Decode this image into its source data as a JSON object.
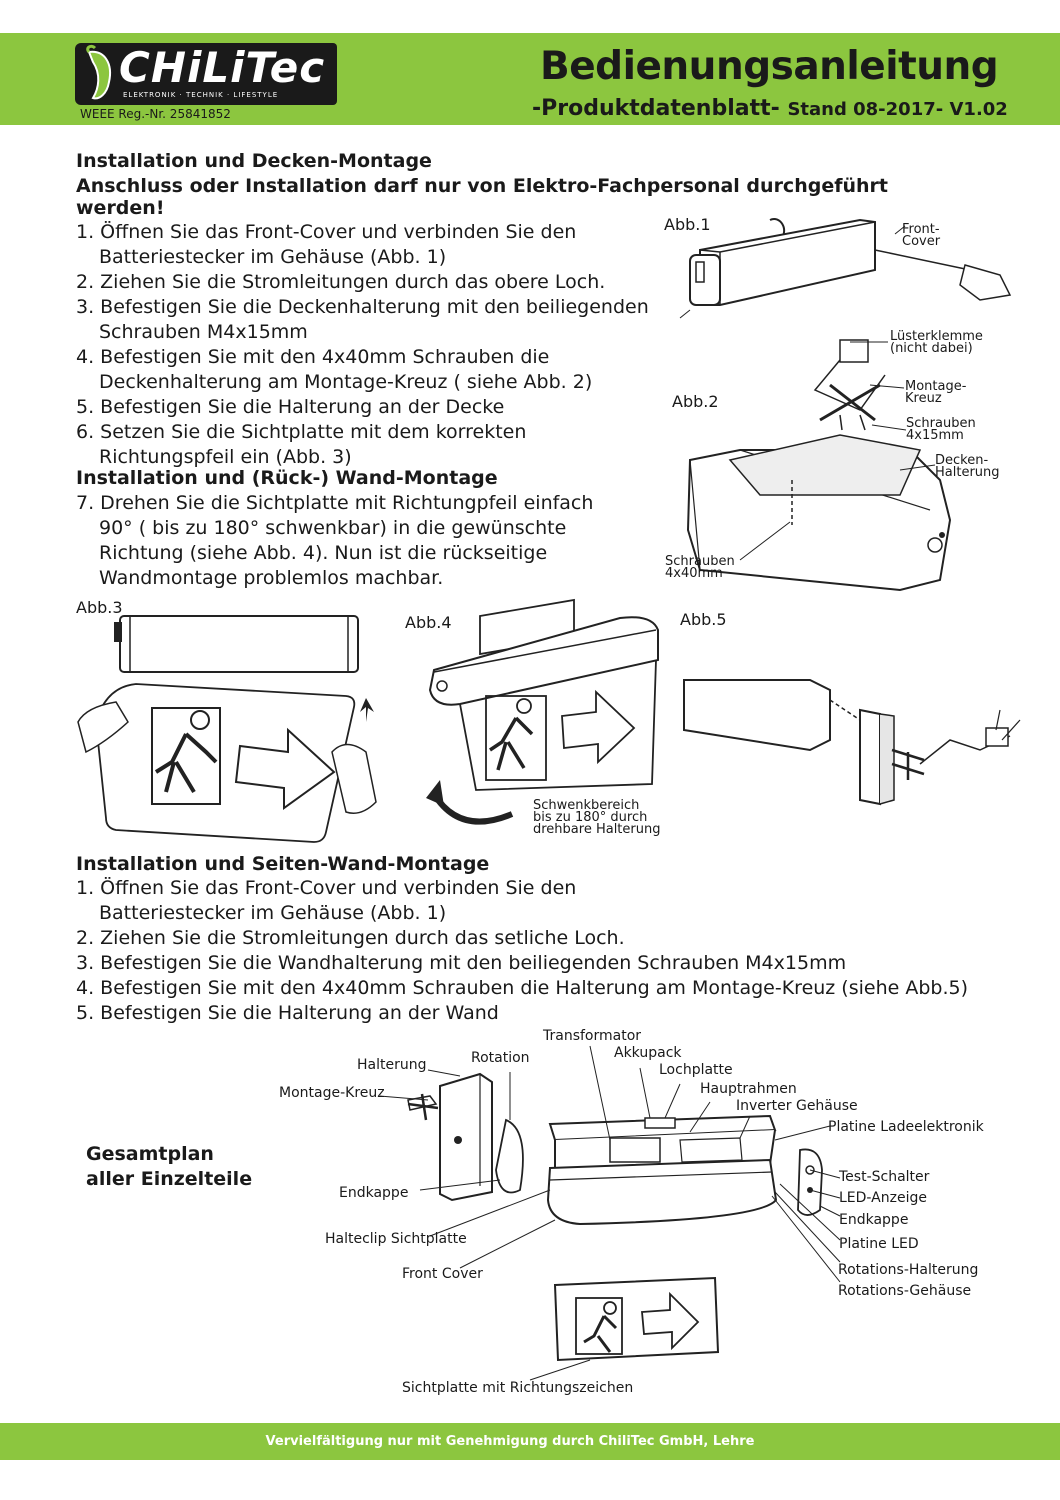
{
  "header": {
    "logo_text": "CHiLiTec",
    "logo_tagline": "ELEKTRONIK · TECHNIK · LIFESTYLE",
    "weee": "WEEE Reg.-Nr. 25841852",
    "title": "Bedienungsanleitung",
    "subtitle": "-Produktdatenblatt-",
    "stand": "Stand 08-2017- V1.02",
    "accent_color": "#8cc63f"
  },
  "section1": {
    "heading": "Installation und Decken-Montage",
    "warning_line1": "Anschluss oder Installation darf nur von Elektro-Fachpersonal durchgeführt",
    "warning_line2": "werden!",
    "steps": [
      [
        "1. Öffnen Sie das Front-Cover und verbinden Sie den",
        "Batteriestecker im Gehäuse (Abb. 1)"
      ],
      [
        "2. Ziehen Sie die Stromleitungen durch das obere Loch."
      ],
      [
        "3. Befestigen Sie die Deckenhalterung mit den beiliegenden",
        "Schrauben M4x15mm"
      ],
      [
        "4. Befestigen Sie mit den 4x40mm Schrauben die",
        "Deckenhalterung am Montage-Kreuz ( siehe Abb. 2)"
      ],
      [
        "5. Befestigen Sie die Halterung an der Decke"
      ],
      [
        "6. Setzen Sie die Sichtplatte mit dem korrekten",
        "Richtungspfeil ein (Abb. 3)"
      ]
    ]
  },
  "section2": {
    "heading": "Installation und (Rück-) Wand-Montage",
    "steps": [
      [
        "7. Drehen Sie die Sichtplatte mit Richtungpfeil einfach",
        "90° ( bis zu 180° schwenkbar) in die gewünschte",
        "Richtung (siehe Abb. 4). Nun ist die rückseitige",
        "Wandmontage problemlos machbar."
      ]
    ]
  },
  "figures": {
    "abb1": "Abb.1",
    "abb1_front_cover": [
      "Front-",
      "Cover"
    ],
    "abb2": "Abb.2",
    "abb2_lusterklemme": [
      "Lüsterklemme",
      "(nicht dabei)"
    ],
    "abb2_montage_kreuz": [
      "Montage-",
      "Kreuz"
    ],
    "abb2_schrauben_4x15": [
      "Schrauben",
      "4x15mm"
    ],
    "abb2_decken_halterung": [
      "Decken-",
      "Halterung"
    ],
    "abb2_schrauben_4x40": [
      "Schrauben",
      "4x40mm"
    ],
    "abb3": "Abb.3",
    "abb4": "Abb.4",
    "abb4_schwenk": [
      "Schwenkbereich",
      "bis zu 180° durch",
      "drehbare Halterung"
    ],
    "abb5": "Abb.5"
  },
  "section3": {
    "heading": "Installation und Seiten-Wand-Montage",
    "steps": [
      [
        "1. Öffnen Sie das Front-Cover und verbinden Sie den",
        "Batteriestecker im Gehäuse (Abb. 1)"
      ],
      [
        "2. Ziehen Sie die Stromleitungen durch das setliche Loch."
      ],
      [
        "3. Befestigen Sie die Wandhalterung mit den beiliegenden Schrauben M4x15mm"
      ],
      [
        "4. Befestigen Sie mit den 4x40mm Schrauben die Halterung am Montage-Kreuz (siehe Abb.5)"
      ],
      [
        "5. Befestigen Sie die Halterung an der Wand"
      ]
    ]
  },
  "gesamtplan": {
    "title": [
      "Gesamtplan",
      "aller Einzelteile"
    ],
    "labels": {
      "transformator": "Transformator",
      "akkupack": "Akkupack",
      "halterung": "Halterung",
      "rotation": "Rotation",
      "lochplatte": "Lochplatte",
      "hauptrahmen": "Hauptrahmen",
      "montage_kreuz": "Montage-Kreuz",
      "inverter": "Inverter Gehäuse",
      "platine_lade": "Platine Ladeelektronik",
      "test_schalter": "Test-Schalter",
      "endkappe_left": "Endkappe",
      "led_anzeige": "LED-Anzeige",
      "endkappe_right": "Endkappe",
      "halteclip": "Halteclip Sichtplatte",
      "platine_led": "Platine LED",
      "front_cover": "Front Cover",
      "rotations_halterung": "Rotations-Halterung",
      "rotations_gehaeuse": "Rotations-Gehäuse",
      "sichtplatte": "Sichtplatte mit Richtungszeichen"
    }
  },
  "footer": {
    "text": "Vervielfältigung nur mit Genehmigung durch ChiliTec GmbH, Lehre"
  }
}
